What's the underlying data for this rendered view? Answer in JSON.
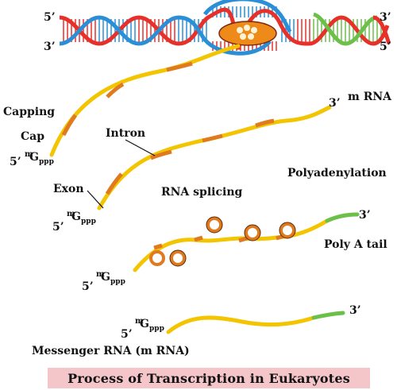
{
  "labels": {
    "five_prime": "5’",
    "three_prime": "3’",
    "capping": "Capping",
    "cap": "Cap",
    "m_superscript": "m",
    "g": "G",
    "ppp": "ppp",
    "m_rna": "m RNA",
    "intron": "Intron",
    "exon": "Exon",
    "rna_splicing": "RNA splicing",
    "polyadenylation": "Polyadenylation",
    "poly_a_tail": "Poly A tail",
    "messenger_rna": "Messenger RNA (m RNA)"
  },
  "caption": "Process of Transcription in Eukaryotes",
  "colors": {
    "dna_strand_red": "#e8302a",
    "dna_strand_blue": "#2a8fd6",
    "dna_green": "#6cc04a",
    "rna_yellow": "#f3c400",
    "intron_orange": "#e07a1f",
    "polymerase_orange": "#ee8a1a",
    "caption_background": "#f4c5c9"
  }
}
